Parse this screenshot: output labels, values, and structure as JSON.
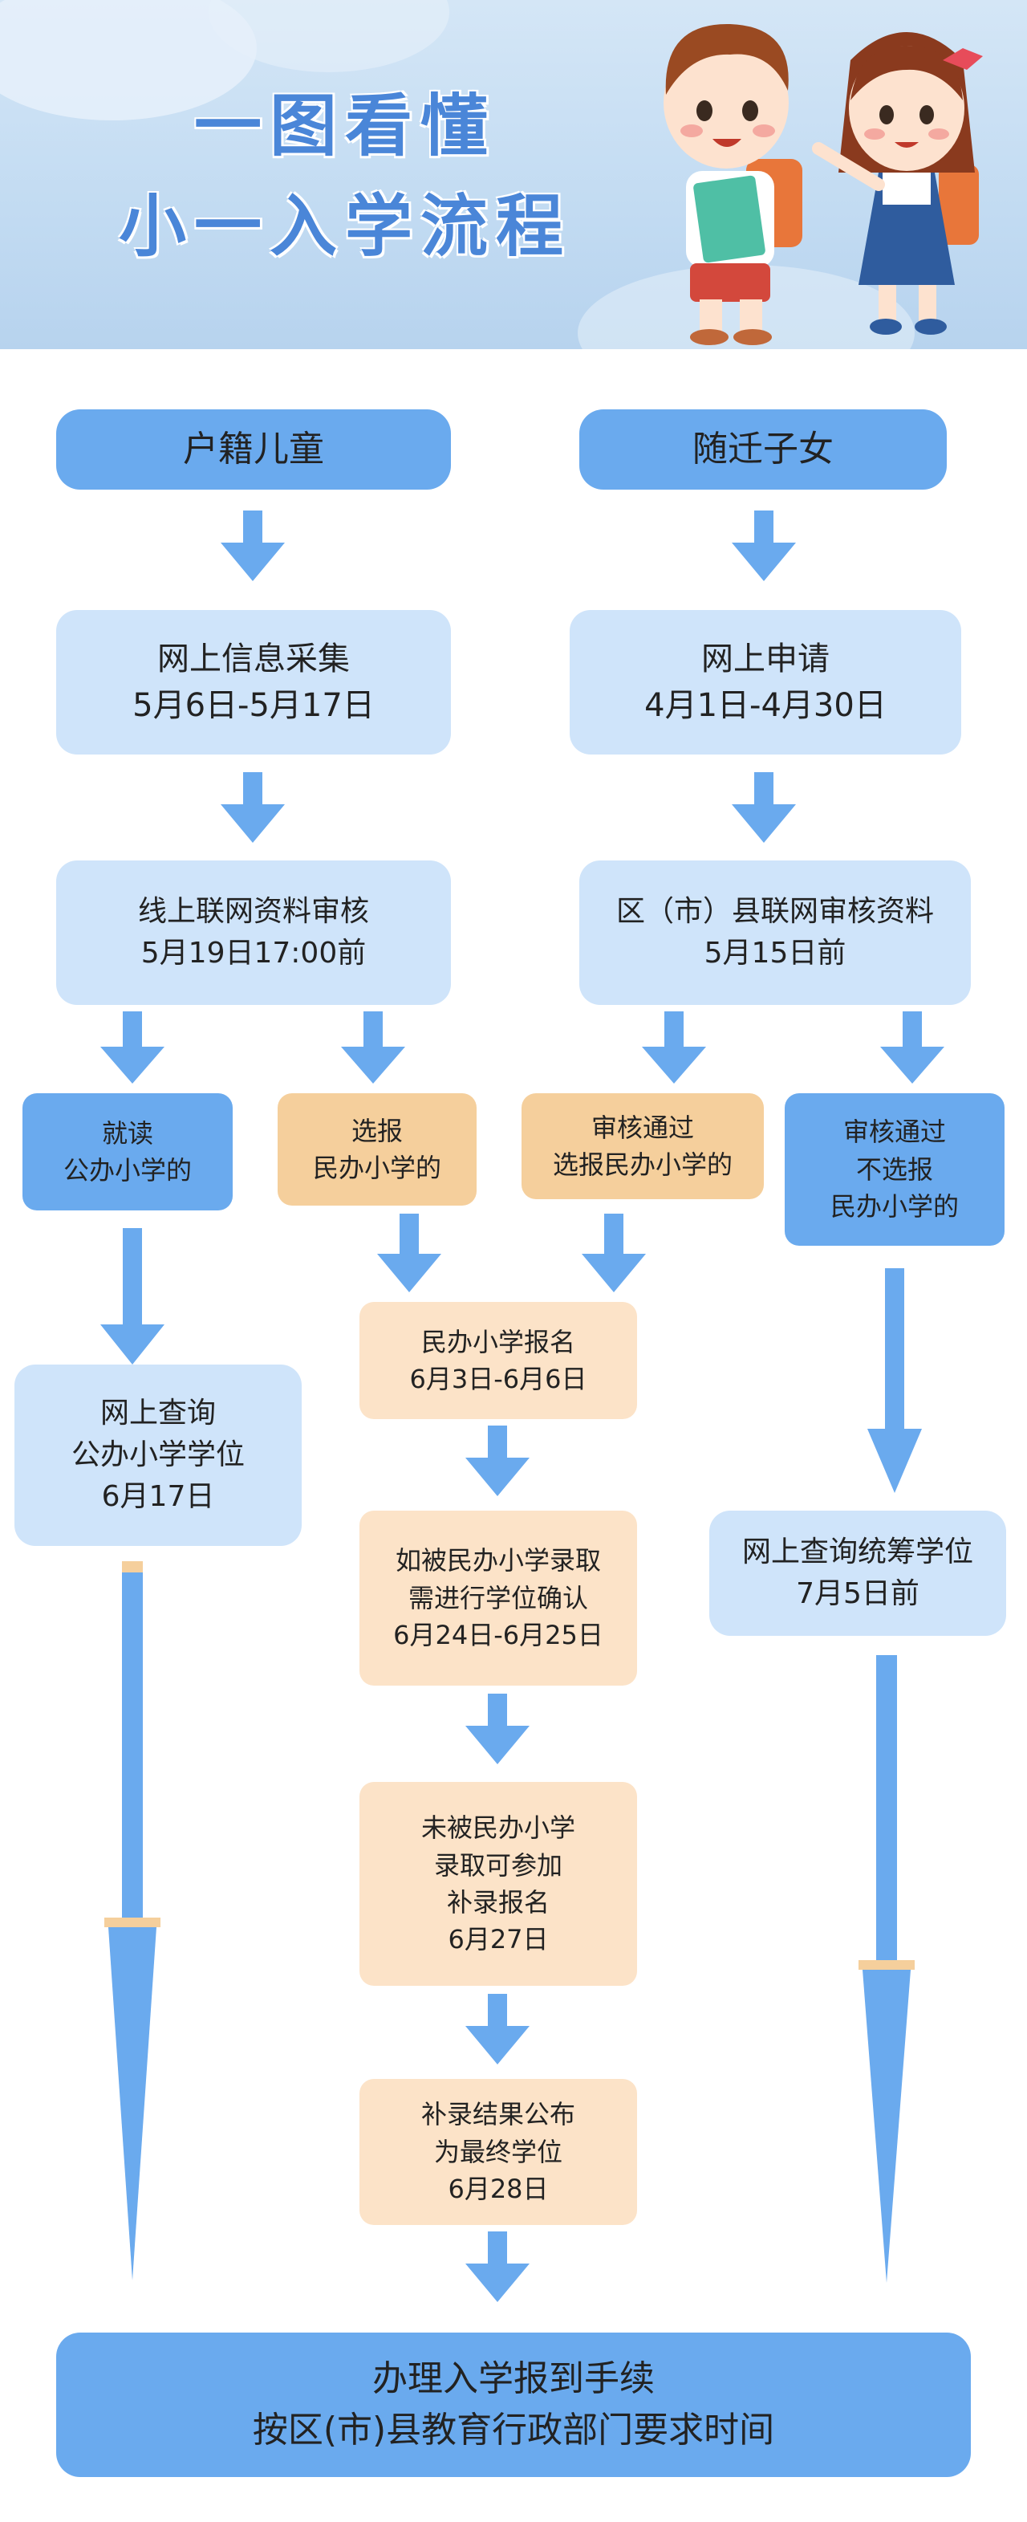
{
  "header": {
    "title_line1": "一图看懂",
    "title_line2": "小一入学流程"
  },
  "left_branch": {
    "group_label": "户籍儿童",
    "step1": [
      "网上信息采集",
      "5月6日-5月17日"
    ],
    "step2": [
      "线上联网资料审核",
      "5月19日17:00前"
    ],
    "option_public": [
      "就读",
      "公办小学的"
    ],
    "option_private": [
      "选报",
      "民办小学的"
    ],
    "public_query": [
      "网上查询",
      "公办小学学位",
      "6月17日"
    ]
  },
  "right_branch": {
    "group_label": "随迁子女",
    "step1": [
      "网上申请",
      "4月1日-4月30日"
    ],
    "step2": [
      "区（市）县联网审核资料",
      "5月15日前"
    ],
    "option_private": [
      "审核通过",
      "选报民办小学的"
    ],
    "option_not_private": [
      "审核通过",
      "不选报",
      "民办小学的"
    ],
    "pooled_query": [
      "网上查询统筹学位",
      "7月5日前"
    ]
  },
  "private_flow": {
    "register": [
      "民办小学报名",
      "6月3日-6月6日"
    ],
    "confirm": [
      "如被民办小学录取",
      "需进行学位确认",
      "6月24日-6月25日"
    ],
    "supplementary": [
      "未被民办小学",
      "录取可参加",
      "补录报名",
      "6月27日"
    ],
    "final": [
      "补录结果公布",
      "为最终学位",
      "6月28日"
    ]
  },
  "final_step": [
    "办理入学报到手续",
    "按区(市)县教育行政部门要求时间"
  ],
  "colors": {
    "arrow": "#6aaaee",
    "dark_blue_box": "#6aaaee",
    "light_blue_box": "#cfe4fa",
    "orange_box": "#f5cf9c",
    "peach_box": "#fce3c8",
    "title": "#4a86d8"
  }
}
